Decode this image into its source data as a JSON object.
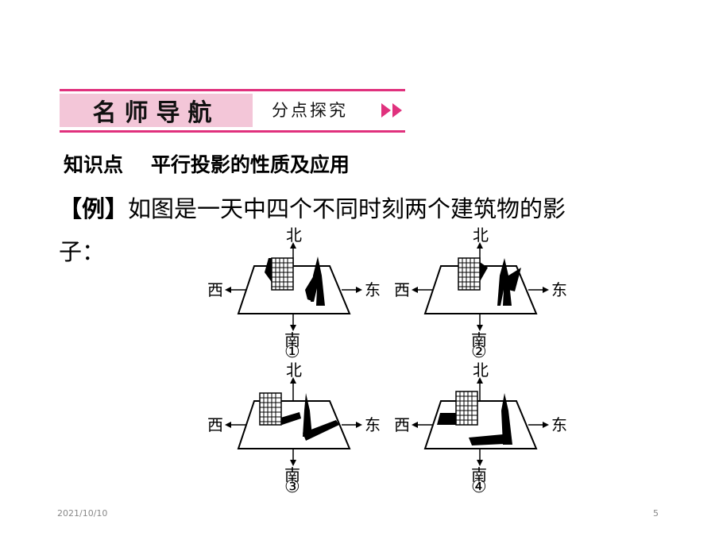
{
  "banner": {
    "title": "名师导航",
    "subtitle": "分点探究",
    "accent_color": "#e0317d",
    "title_bg_color": "#f3c6d8",
    "arrow_icon": "double-chevron-right-icon"
  },
  "section": {
    "title": "知识点    平行投影的性质及应用"
  },
  "example": {
    "bracket_label": "【例】",
    "text": "如图是一天中四个不同时刻两个建筑物的影子："
  },
  "compass": {
    "north": "北",
    "south": "南",
    "east": "东",
    "west": "西"
  },
  "diagrams": [
    {
      "label": "①"
    },
    {
      "label": "②"
    },
    {
      "label": "③"
    },
    {
      "label": "④"
    }
  ],
  "footer": {
    "date": "2021/10/10",
    "page": "5"
  }
}
